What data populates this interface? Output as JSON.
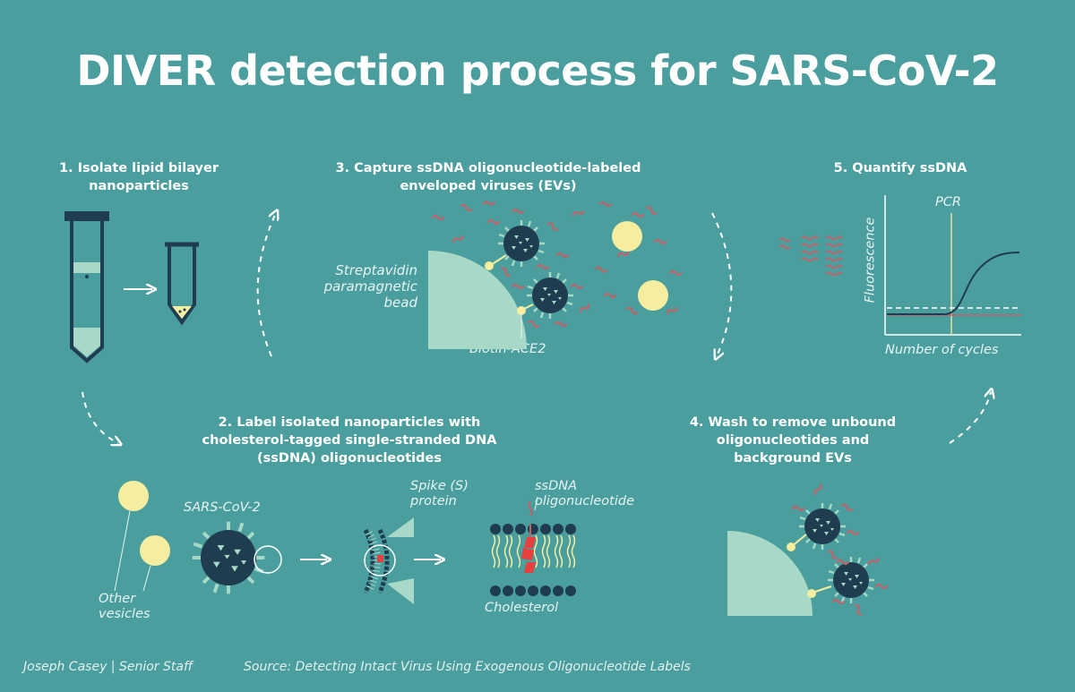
{
  "title": "DIVER detection process for SARS-CoV-2",
  "steps": {
    "s1": "1. Isolate lipid bilayer nanoparticles",
    "s2": "2. Label isolated nanoparticles with cholesterol-tagged single-stranded DNA (ssDNA) oligonucleotides",
    "s3": "3. Capture ssDNA oligonucleotide-labeled enveloped viruses (EVs)",
    "s4": "4. Wash to remove unbound oligonucleotides and background EVs",
    "s5": "5. Quantify ssDNA"
  },
  "labels": {
    "bead": "Streptavidin paramagnetic bead",
    "biotin": "Biotin-ACE2",
    "pcr": "PCR",
    "fluorescence": "Fluorescence",
    "cycles": "Number of cycles",
    "sars": "SARS-CoV-2",
    "other": "Other vesicles",
    "spike": "Spike (S) protein",
    "ssdna": "ssDNA oligonucleotide",
    "cholesterol": "Cholesterol"
  },
  "footer": {
    "credit": "Joseph Casey | Senior Staff",
    "source": "Source: Detecting Intact Virus Using Exogenous Oligonucleotide Labels"
  },
  "colors": {
    "background": "#4a9e9e",
    "virus": "#1f3d4f",
    "bead": "#a8d8c8",
    "vesicle": "#f5eda0",
    "oligo": "#c0626a",
    "cholesterol": "#e8403f",
    "pcr_line": "#e5e0a0"
  },
  "icons": {
    "tube": "centrifuge-tube-icon",
    "small_tube": "small-tube-icon",
    "virus": "virus-icon",
    "bead": "bead-icon",
    "vesicle": "vesicle-icon",
    "membrane": "lipid-bilayer-icon",
    "pcr_chart": "pcr-curve-icon"
  }
}
